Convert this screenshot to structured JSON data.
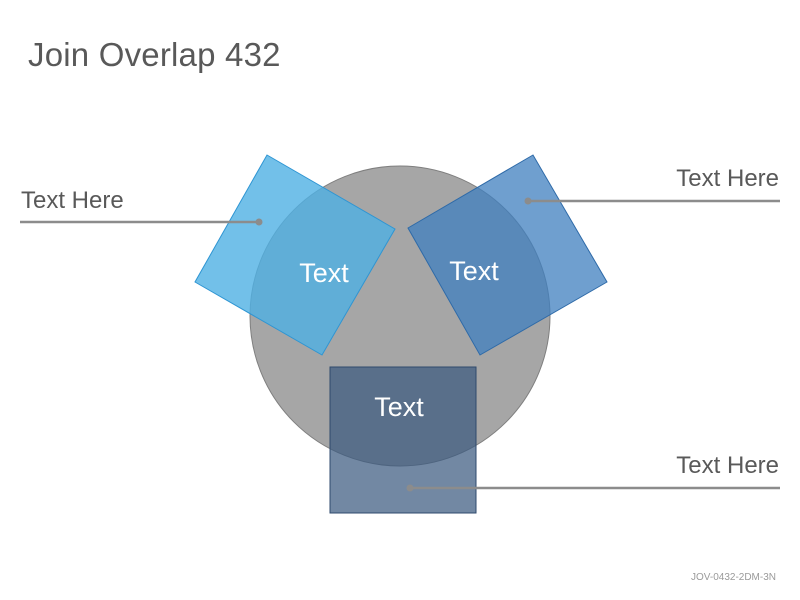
{
  "title": "Join Overlap 432",
  "boxes": [
    {
      "label": "Text",
      "color": "#4FB0E3"
    },
    {
      "label": "Text",
      "color": "#3F7FBF"
    },
    {
      "label": "Text",
      "color": "#3C5A80"
    }
  ],
  "callouts": [
    {
      "label": "Text Here"
    },
    {
      "label": "Text Here"
    },
    {
      "label": "Text Here"
    }
  ],
  "colors": {
    "circle_fill": "#A6A6A6",
    "circle_stroke": "#7F7F7F",
    "leader_line": "#8C8C8C"
  },
  "footer_code": "JOV-0432-2DM-3N"
}
